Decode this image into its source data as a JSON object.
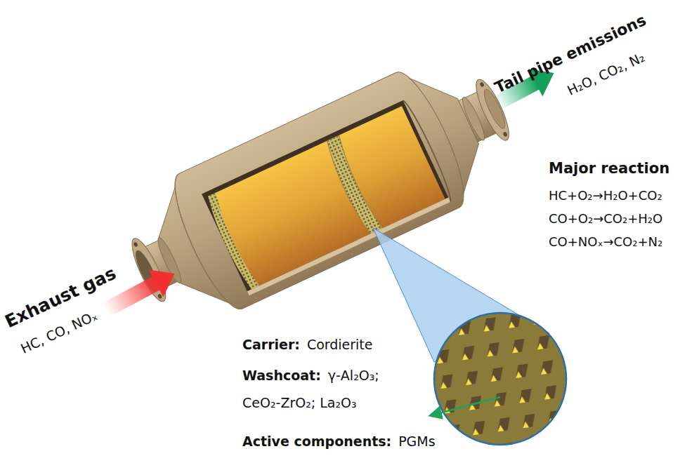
{
  "diagram": {
    "labels": [
      "Exhaust gas",
      "HC, CO, NOₓ",
      "Tail pipe emissions",
      "H₂O, CO₂, N₂",
      "Major reaction",
      "HC+O₂→H₂O+CO₂",
      "CO+O₂→CO₂+H₂O",
      "CO+NOₓ→CO₂+N₂",
      "Carrier:",
      "Cordierite",
      "Washcoat:",
      "γ-Al₂O₃; CeO₂-ZrO₂; La₂O₃",
      "Active components:",
      "PGMs"
    ]
  }
}
